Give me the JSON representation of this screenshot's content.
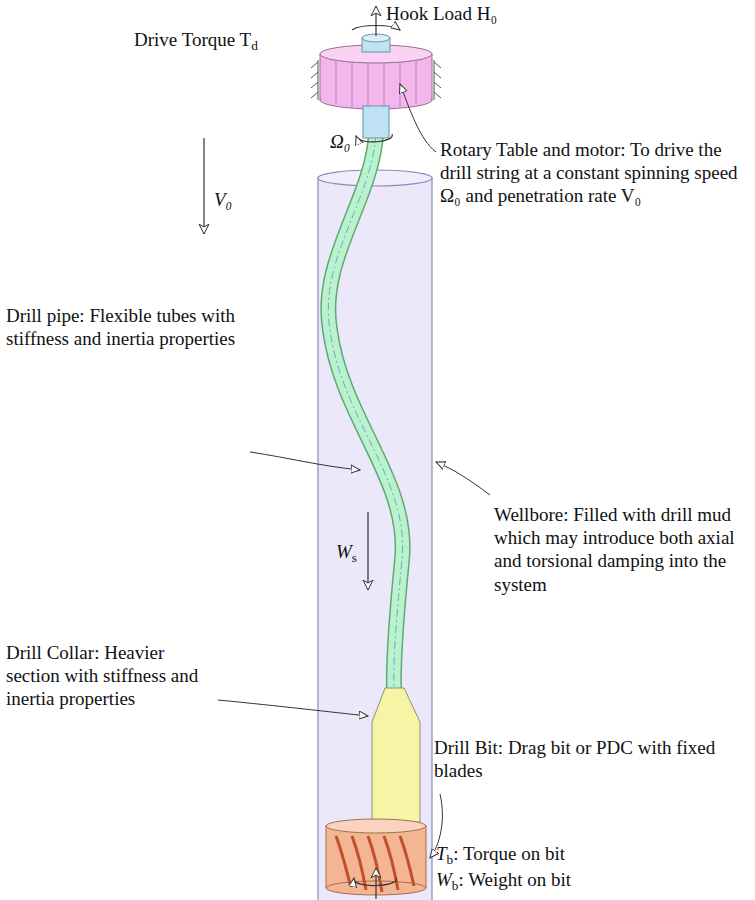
{
  "diagram": {
    "labels": [
      "Hook Load H₀",
      "Drive Torque T",
      "d",
      "Ω₀",
      "V₀",
      "Rotary Table and motor: To drive the drill string at a constant spinning speed Ω₀ and penetration rate V₀",
      "Drill pipe: Flexible tubes with stiffness and inertia properties",
      "Wellbore: Filled with drill mud which may introduce both axial and torsional damping into the system",
      "W",
      "s",
      "Drill Collar: Heavier section with stiffness and inertia properties",
      "Drill Bit: Drag bit or PDC with fixed blades",
      "T",
      "b",
      ": Torque on bit",
      "W",
      "b",
      ": Weight on bit"
    ]
  }
}
